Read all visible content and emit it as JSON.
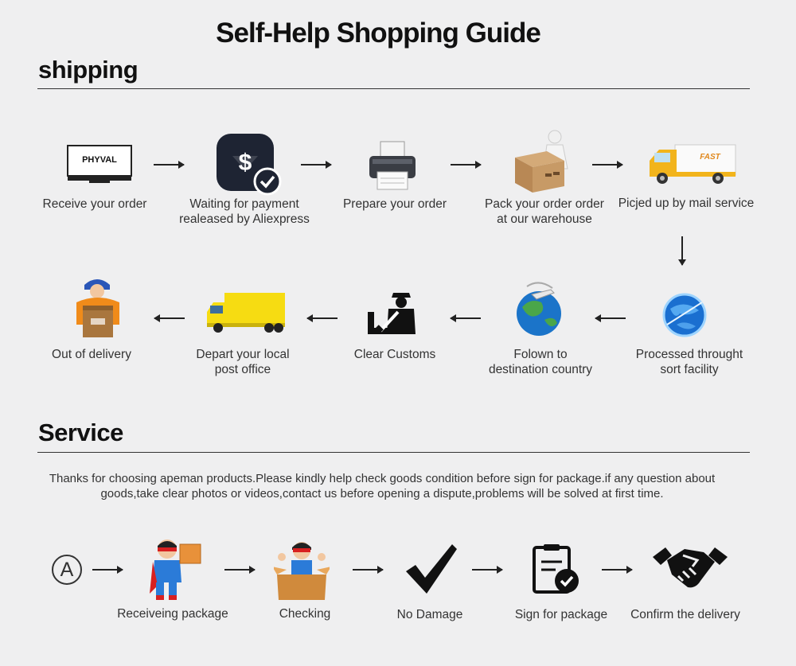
{
  "page": {
    "title": "Self-Help Shopping Guide",
    "shipping_heading": "shipping",
    "service_heading": "Service",
    "service_note": "Thanks for choosing apeman products.Please kindly help check goods condition before sign for package.if any question about goods,take clear photos or videos,contact us before opening a dispute,problems will be solved at first time."
  },
  "shipping_steps": {
    "s1": {
      "label": "Receive your order",
      "icon": "monitor-icon",
      "brand": "PHYVAL"
    },
    "s2": {
      "label1": "Waiting for payment",
      "label2": "realeased by Aliexpress",
      "icon": "dollar-payment-icon",
      "symbol": "$"
    },
    "s3": {
      "label": "Prepare your order",
      "icon": "printer-icon"
    },
    "s4": {
      "label1": "Pack your order order",
      "label2": "at our warehouse",
      "icon": "packing-box-icon"
    },
    "s5": {
      "label": "Picjed up by mail service",
      "icon": "delivery-van-icon",
      "van_text": "FAST"
    },
    "s6": {
      "label1": "Processed throught",
      "label2": "sort facility",
      "icon": "globe-blue-icon"
    },
    "s7": {
      "label1": "Folown to",
      "label2": "destination country",
      "icon": "globe-plane-icon"
    },
    "s8": {
      "label": "Clear Customs",
      "icon": "customs-officer-icon"
    },
    "s9": {
      "label1": "Depart your local",
      "label2": "post office",
      "icon": "yellow-truck-icon"
    },
    "s10": {
      "label": "Out of delivery",
      "icon": "courier-icon"
    }
  },
  "service_steps": {
    "start_marker": "A",
    "v1": {
      "label": "Receiveing package",
      "icon": "hero-package-icon"
    },
    "v2": {
      "label": "Checking",
      "icon": "hero-box-icon"
    },
    "v3": {
      "label": "No Damage",
      "icon": "checkmark-icon"
    },
    "v4": {
      "label": "Sign for package",
      "icon": "clipboard-check-icon"
    },
    "v5": {
      "label": "Confirm the delivery",
      "icon": "handshake-icon"
    }
  }
}
